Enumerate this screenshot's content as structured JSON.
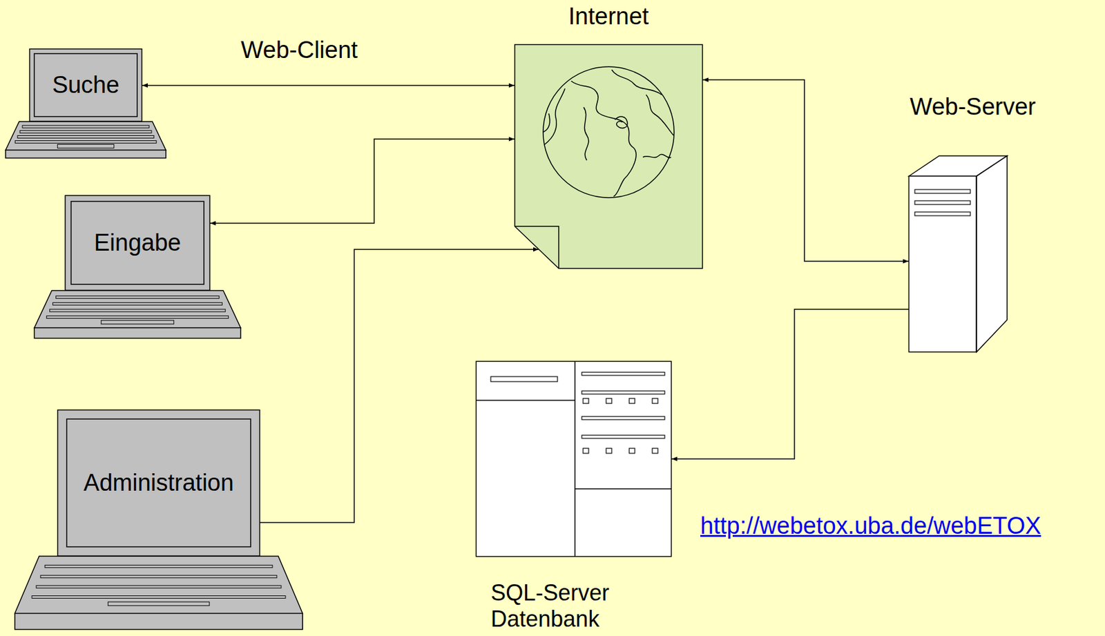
{
  "diagram": {
    "nodes": [
      {
        "text": [
          "Suche"
        ]
      },
      {
        "text": [
          "Internet"
        ]
      },
      {
        "text": [
          "Web-Server"
        ]
      },
      {
        "text": [
          "Eingabe"
        ]
      },
      {
        "text": [
          "Administration"
        ]
      },
      {
        "text": [
          "SQL-Server Datenbank"
        ]
      }
    ],
    "edges": [
      {
        "from": 0,
        "to": 1,
        "label": "Web-Client",
        "arrow": "both"
      },
      {
        "from": 3,
        "to": 1,
        "arrow": "both"
      },
      {
        "from": 4,
        "to": 1,
        "arrow": "to"
      },
      {
        "from": 1,
        "to": 2,
        "arrow": "both"
      },
      {
        "from": 2,
        "to": 5,
        "arrow": "to"
      }
    ],
    "labels": [
      "http://webetox.uba.de/webETOX"
    ]
  }
}
